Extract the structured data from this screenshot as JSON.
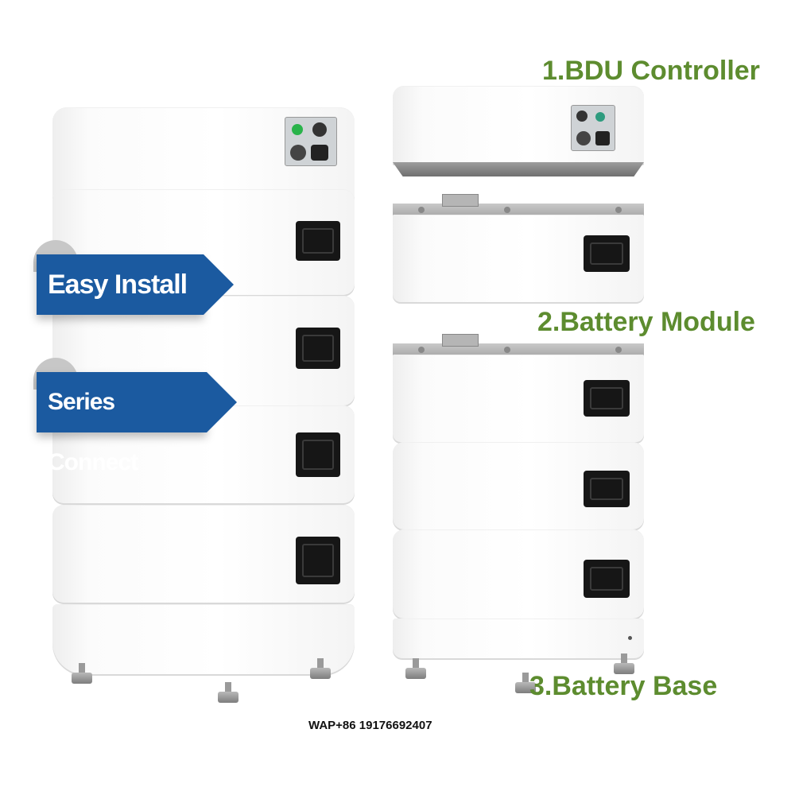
{
  "badges": {
    "easy_install": "Easy Install",
    "series_connect": "Series Connect"
  },
  "labels": {
    "bdu_controller": "1.BDU Controller",
    "battery_module": "2.Battery Module",
    "battery_base": "3.Battery Base"
  },
  "contact": "WAP+86 19176692407",
  "colors": {
    "badge_blue": "#1b5aa0",
    "label_green": "#5d8c2f"
  }
}
